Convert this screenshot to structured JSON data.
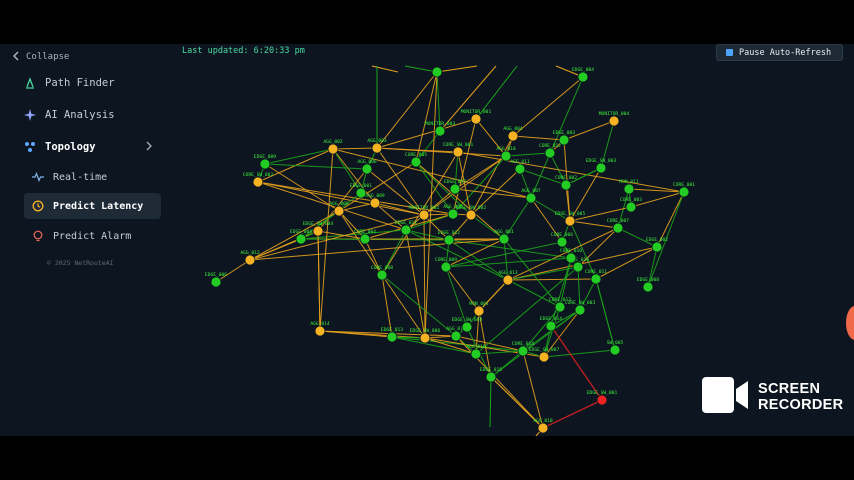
{
  "sidebar": {
    "collapse_label": "Collapse",
    "items": [
      {
        "label": "Path Finder",
        "icon": "path-icon"
      },
      {
        "label": "AI Analysis",
        "icon": "sparkle-icon"
      },
      {
        "label": "Topology",
        "icon": "topology-icon"
      },
      {
        "label": "Real-time",
        "icon": "pulse-icon"
      },
      {
        "label": "Predict Latency",
        "icon": "clock-icon"
      },
      {
        "label": "Predict Alarm",
        "icon": "bulb-icon"
      }
    ],
    "copyright": "© 2025 NetRouteAI"
  },
  "header": {
    "last_updated": "Last updated: 6:20:33 pm",
    "pause_button": "Pause Auto-Refresh"
  },
  "overlay": {
    "recorder_line1": "SCREEN",
    "recorder_line2": "RECORDER"
  },
  "colors": {
    "node_green": "#22cc22",
    "node_orange": "#f5b324",
    "node_red": "#ee2222",
    "edge_green": "#19a519",
    "edge_orange": "#e8a21c",
    "edge_red": "#d42020",
    "label_green": "#3df23d",
    "background": "#0d1620"
  },
  "topology": {
    "nodes": [
      {
        "id": "n_top1",
        "label": "",
        "state": "green"
      },
      {
        "id": "n_top2",
        "label": "EDGE_004",
        "state": "green"
      },
      {
        "id": "n_mon1",
        "label": "MONITOR_001",
        "state": "orange"
      },
      {
        "id": "n_mon2",
        "label": "MONITOR_004",
        "state": "orange"
      },
      {
        "id": "n_mon3",
        "label": "MONITOR_003",
        "state": "green"
      },
      {
        "id": "n_agg1",
        "label": "AGG_002",
        "state": "orange"
      },
      {
        "id": "n_agg3",
        "label": "AGG_003",
        "state": "orange"
      },
      {
        "id": "n_g2",
        "label": "AGG_004",
        "state": "orange"
      },
      {
        "id": "n_gm",
        "label": "EDGE_003",
        "state": "green"
      },
      {
        "id": "n_o5",
        "label": "CORE_001",
        "state": "green"
      },
      {
        "id": "n_g6",
        "label": "EDGE_009",
        "state": "green"
      },
      {
        "id": "n_g7",
        "label": "AGG_006",
        "state": "green"
      },
      {
        "id": "n_core1",
        "label": "CORE_SW_002",
        "state": "orange"
      },
      {
        "id": "n_g10",
        "label": "CORE_005",
        "state": "green"
      },
      {
        "id": "n_core2",
        "label": "CORE_SW_001",
        "state": "orange"
      },
      {
        "id": "n_g11",
        "label": "MON_011",
        "state": "green"
      },
      {
        "id": "n_g12",
        "label": "AGG_010",
        "state": "green"
      },
      {
        "id": "n_g13",
        "label": "CORE_012",
        "state": "green"
      },
      {
        "id": "n_o6",
        "label": "AGG_008",
        "state": "orange"
      },
      {
        "id": "n_o7",
        "label": "AGG_009",
        "state": "orange"
      },
      {
        "id": "n_o8",
        "label": "MONITOR_002",
        "state": "orange"
      },
      {
        "id": "n_g14",
        "label": "EDGE_007",
        "state": "green"
      },
      {
        "id": "n_g15",
        "label": "AGG_011",
        "state": "green"
      },
      {
        "id": "n_g16",
        "label": "CORE_002",
        "state": "green"
      },
      {
        "id": "n_o9",
        "label": "EDGE_SW_002",
        "state": "orange"
      },
      {
        "id": "n_g17",
        "label": "EDGE_SW_003",
        "state": "green"
      },
      {
        "id": "n_g18",
        "label": "CORE_003",
        "state": "green"
      },
      {
        "id": "n_g19",
        "label": "EDGE_001",
        "state": "green"
      },
      {
        "id": "n_g20",
        "label": "EDGE_004",
        "state": "green"
      },
      {
        "id": "n_g21",
        "label": "AGG_005",
        "state": "green"
      },
      {
        "id": "n_g22",
        "label": "AGG_007",
        "state": "green"
      },
      {
        "id": "n_g23",
        "label": "EDGE_011",
        "state": "green"
      },
      {
        "id": "n_g24",
        "label": "EDGE_012",
        "state": "green"
      },
      {
        "id": "n_o10",
        "label": "EDGE_SW_004",
        "state": "orange"
      },
      {
        "id": "n_g25",
        "label": "CORE_007",
        "state": "green"
      },
      {
        "id": "n_g26",
        "label": "EDGE_002",
        "state": "green"
      },
      {
        "id": "n_g27",
        "label": "CORE_004",
        "state": "green"
      },
      {
        "id": "n_g28",
        "label": "AGG_001",
        "state": "green"
      },
      {
        "id": "n_o11",
        "label": "EDGE_SW_005",
        "state": "orange"
      },
      {
        "id": "n_g29",
        "label": "CORE_006",
        "state": "green"
      },
      {
        "id": "n_o12",
        "label": "AGG_012",
        "state": "orange"
      },
      {
        "id": "n_g30",
        "label": "EDGE_006",
        "state": "green"
      },
      {
        "id": "n_g31",
        "label": "EDGE_008",
        "state": "green"
      },
      {
        "id": "n_g32",
        "label": "CORE_008",
        "state": "green"
      },
      {
        "id": "n_o13",
        "label": "AGG_013",
        "state": "orange"
      },
      {
        "id": "n_g33",
        "label": "CORE_009",
        "state": "green"
      },
      {
        "id": "n_g34",
        "label": "EDGE_010",
        "state": "green"
      },
      {
        "id": "n_g35",
        "label": "CORE_010",
        "state": "green"
      },
      {
        "id": "n_g36",
        "label": "CORE_011",
        "state": "green"
      },
      {
        "id": "n_o14",
        "label": "AGG_014",
        "state": "orange"
      },
      {
        "id": "n_g37",
        "label": "EDGE_013",
        "state": "green"
      },
      {
        "id": "n_o15",
        "label": "EDGE_SW_006",
        "state": "orange"
      },
      {
        "id": "n_o16",
        "label": "MON_001",
        "state": "orange"
      },
      {
        "id": "n_g38",
        "label": "AGG_015",
        "state": "green"
      },
      {
        "id": "n_g39",
        "label": "CORE_013",
        "state": "green"
      },
      {
        "id": "n_g40",
        "label": "EDGE_014",
        "state": "green"
      },
      {
        "id": "n_g41",
        "label": "SW_005",
        "state": "green"
      },
      {
        "id": "n_g42",
        "label": "AGG_016",
        "state": "green"
      },
      {
        "id": "n_o17",
        "label": "EDGE_SW_007",
        "state": "orange"
      },
      {
        "id": "n_g43",
        "label": "CORE_014",
        "state": "green"
      },
      {
        "id": "n_g44",
        "label": "EDGE_015",
        "state": "green"
      },
      {
        "id": "n_g45",
        "label": "EDGE_SW_008",
        "state": "green"
      },
      {
        "id": "n_red",
        "label": "EDGE_SW_001",
        "state": "red"
      },
      {
        "id": "n_o18",
        "label": "AGG_010",
        "state": "orange"
      },
      {
        "id": "n_g46",
        "label": "CORE_SW_003",
        "state": "green"
      }
    ]
  }
}
